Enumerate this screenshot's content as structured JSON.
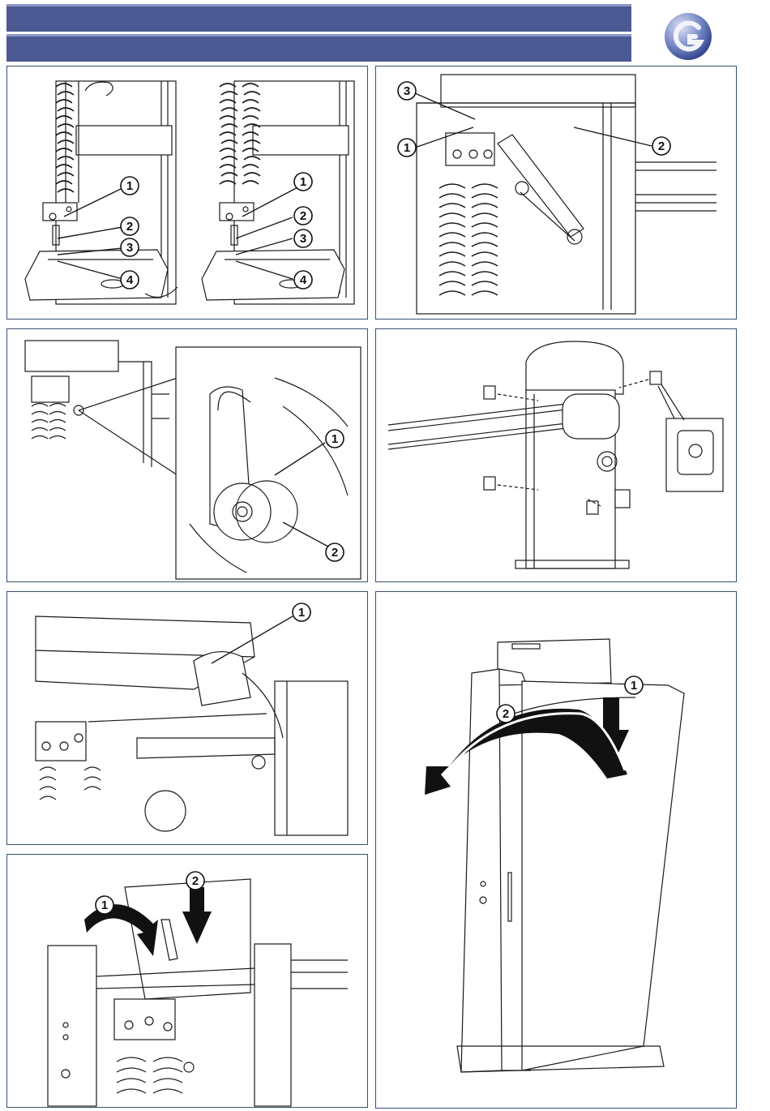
{
  "header": {
    "bar_color": "#4b5a92",
    "logo_icon": "brand-logo-icon",
    "logo_colors": [
      "#3b56a8",
      "#9aa6cf"
    ]
  },
  "panels": [
    {
      "id": "spring-anchor-left-right",
      "callouts": [
        "1",
        "2",
        "3",
        "4",
        "1",
        "2",
        "3",
        "4"
      ]
    },
    {
      "id": "spring-bracket-arm",
      "callouts": [
        "3",
        "1",
        "2"
      ]
    },
    {
      "id": "arm-pivot-detail",
      "callouts": [
        "1",
        "2"
      ]
    },
    {
      "id": "cap-plugs",
      "callouts": []
    },
    {
      "id": "control-box-screw",
      "callouts": [
        "1"
      ]
    },
    {
      "id": "cover-removal",
      "callouts": [
        "1",
        "2"
      ]
    },
    {
      "id": "control-box-tilt",
      "callouts": [
        "1",
        "2"
      ]
    }
  ],
  "colors": {
    "frame": "#3a5076",
    "line": "#1a1a1a"
  }
}
